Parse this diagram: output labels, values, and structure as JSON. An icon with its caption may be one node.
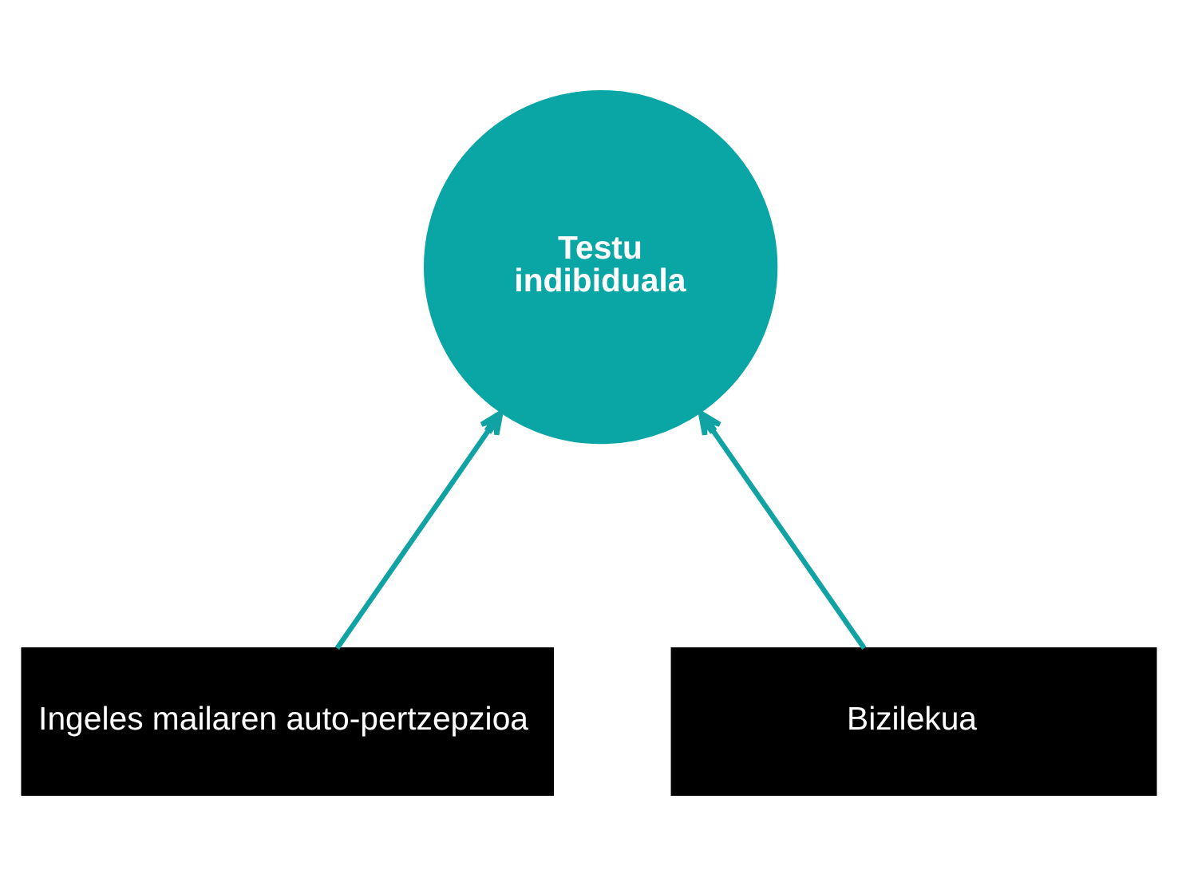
{
  "diagram": {
    "nodes": [
      {
        "text": [
          "Testu indibiduala"
        ]
      },
      {
        "text": [
          "Ingeles mailaren auto-pertzepzioa"
        ]
      },
      {
        "text": [
          "Bizilekua"
        ]
      }
    ],
    "edges": [
      {
        "from": 1,
        "to": 0,
        "arrow": "to"
      },
      {
        "from": 2,
        "to": 0,
        "arrow": "to"
      }
    ]
  }
}
